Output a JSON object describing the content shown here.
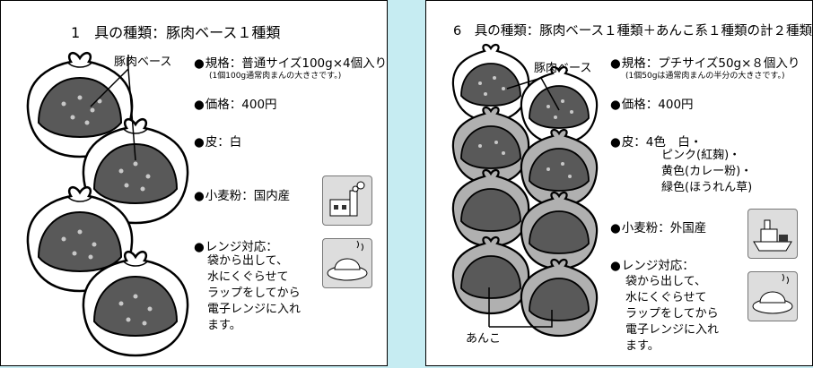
{
  "colors": {
    "background": "#c6ecf2",
    "panel": "#ffffff",
    "filling": "#595959",
    "dough_tinted": "#b0b0b0"
  },
  "left": {
    "title": "1　具の種類：豚肉ベース１種類",
    "label_pork": "豚肉ベース",
    "spec_label": "規格：普通サイズ100g×4個入り",
    "spec_note": "(1個100g通常肉まんの大きさです。)",
    "price": "価格：400円",
    "skin": "皮：白",
    "flour": "小麦粉：国内産",
    "range": "レンジ対応：",
    "range_lines": [
      "袋から出して、",
      "水にくぐらせて",
      "ラップをしてから",
      "電子レンジに入れ",
      "ます。"
    ],
    "icons": {
      "flour": "factory-icon",
      "range": "steamed-bun-plate-icon"
    }
  },
  "right": {
    "title": "6　具の種類：豚肉ベース１種類＋あんこ系１種類の計２種類",
    "label_pork": "豚肉ベース",
    "label_anko": "あんこ",
    "spec_label": "規格：プチサイズ50g×８個入り",
    "spec_note": "(1個50gは通常肉まんの半分の大きさです。)",
    "price": "価格：400円",
    "skin_head": "皮：4色　白・",
    "skin_lines": [
      "ピンク(紅麹)・",
      "黄色(カレー粉)・",
      "緑色(ほうれん草)"
    ],
    "flour": "小麦粉：外国産",
    "range": "レンジ対応：",
    "range_lines": [
      "袋から出して、",
      "水にくぐらせて",
      "ラップをしてから",
      "電子レンジに入れ",
      "ます。"
    ],
    "icons": {
      "flour": "cargo-ship-icon",
      "range": "steamed-bun-plate-icon"
    }
  }
}
